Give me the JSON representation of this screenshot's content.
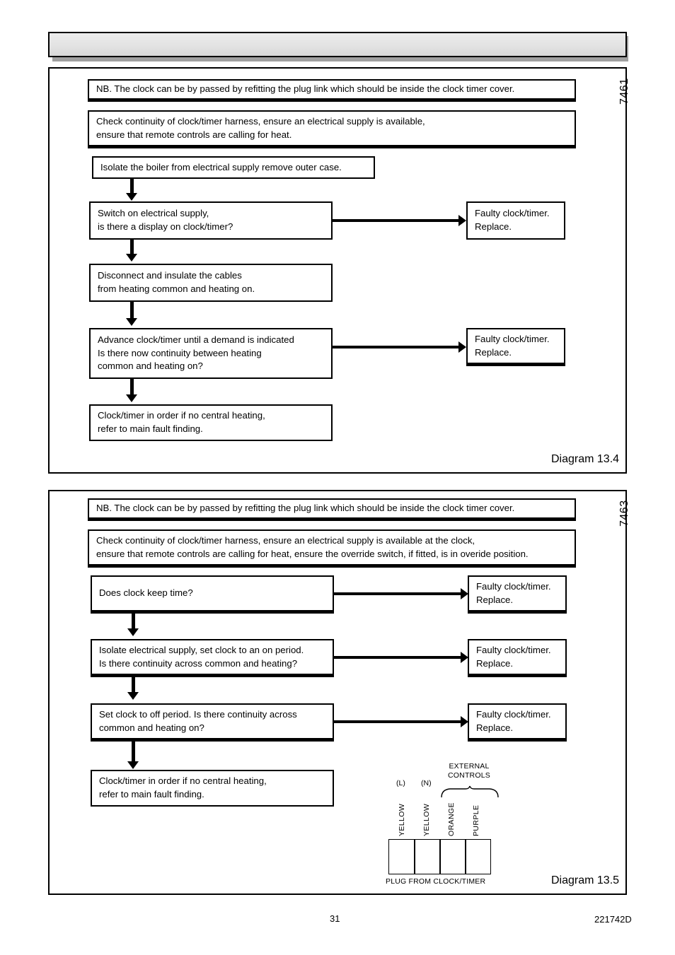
{
  "page": {
    "page_number": "31",
    "doc_code": "221742D"
  },
  "panels": [
    {
      "ref_number": "7461",
      "caption": "Diagram 13.4",
      "notes": [
        "NB. The clock can be by passed by refitting the plug link which should be inside the clock timer cover.",
        "Check continuity of clock/timer harness, ensure an electrical supply is available,\nensure that remote controls are calling for heat."
      ],
      "steps": [
        "Isolate the boiler from electrical supply remove outer case.",
        "Switch on electrical supply,\nis there a display on clock/timer?",
        "Disconnect and insulate the cables\nfrom heating common and heating on.",
        "Advance clock/timer until a demand is indicated\nIs there now continuity between heating\ncommon and heating on?",
        "Clock/timer in order if no central heating,\nrefer to main fault finding."
      ],
      "outcomes": [
        "Faulty clock/timer.\nReplace.",
        "Faulty clock/timer.\nReplace."
      ]
    },
    {
      "ref_number": "7463",
      "caption": "Diagram 13.5",
      "notes": [
        "NB. The clock can be by passed by refitting the plug link which should be inside the clock timer cover.",
        "Check continuity of clock/timer harness, ensure an electrical supply is available at the clock,\nensure that remote controls are calling for heat, ensure the override switch, if fitted, is in overide position."
      ],
      "steps": [
        "Does clock keep time?",
        "Isolate electrical supply, set clock to an on period.\nIs there continuity across common and heating?",
        "Set clock to off period. Is there continuity across\ncommon and heating on?",
        "Clock/timer in order if no central heating,\nrefer to main fault finding."
      ],
      "outcomes": [
        "Faulty clock/timer.\nReplace.",
        "Faulty clock/timer.\nReplace.",
        "Faulty clock/timer.\nReplace."
      ]
    }
  ],
  "plug_diagram": {
    "group_label": "EXTERNAL\nCONTROLS",
    "terminal_l": "(L)",
    "terminal_n": "(N)",
    "wires": [
      "YELLOW",
      "YELLOW",
      "ORANGE",
      "PURPLE"
    ],
    "caption": "PLUG FROM CLOCK/TIMER"
  }
}
